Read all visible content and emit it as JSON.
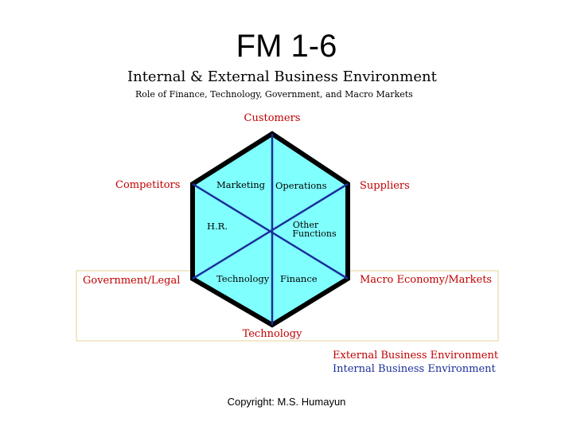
{
  "title": "FM 1-6",
  "subtitle": "Internal & External Business Environment",
  "caption": "Role of Finance, Technology, Government, and Macro Markets",
  "external": {
    "customers": "Customers",
    "competitors": "Competitors",
    "suppliers": "Suppliers",
    "government_legal": "Government/Legal",
    "macro_economy": "Macro Economy/Markets",
    "technology": "Technology"
  },
  "internal": {
    "marketing": "Marketing",
    "operations": "Operations",
    "hr": "H.R.",
    "other_line1": "Other",
    "other_line2": "Functions",
    "technology": "Technology",
    "finance": "Finance"
  },
  "legend": {
    "external": "External Business Environment",
    "internal": "Internal Business Environment"
  },
  "copyright": "Copyright: M.S. Humayun",
  "colors": {
    "external_text": "#c00000",
    "internal_text": "#1a2f9c",
    "hexagon_fill": "#80ffff",
    "hexagon_border": "#000000",
    "spokes": "#1a2f9c",
    "external_box": "#e8d9a8"
  }
}
